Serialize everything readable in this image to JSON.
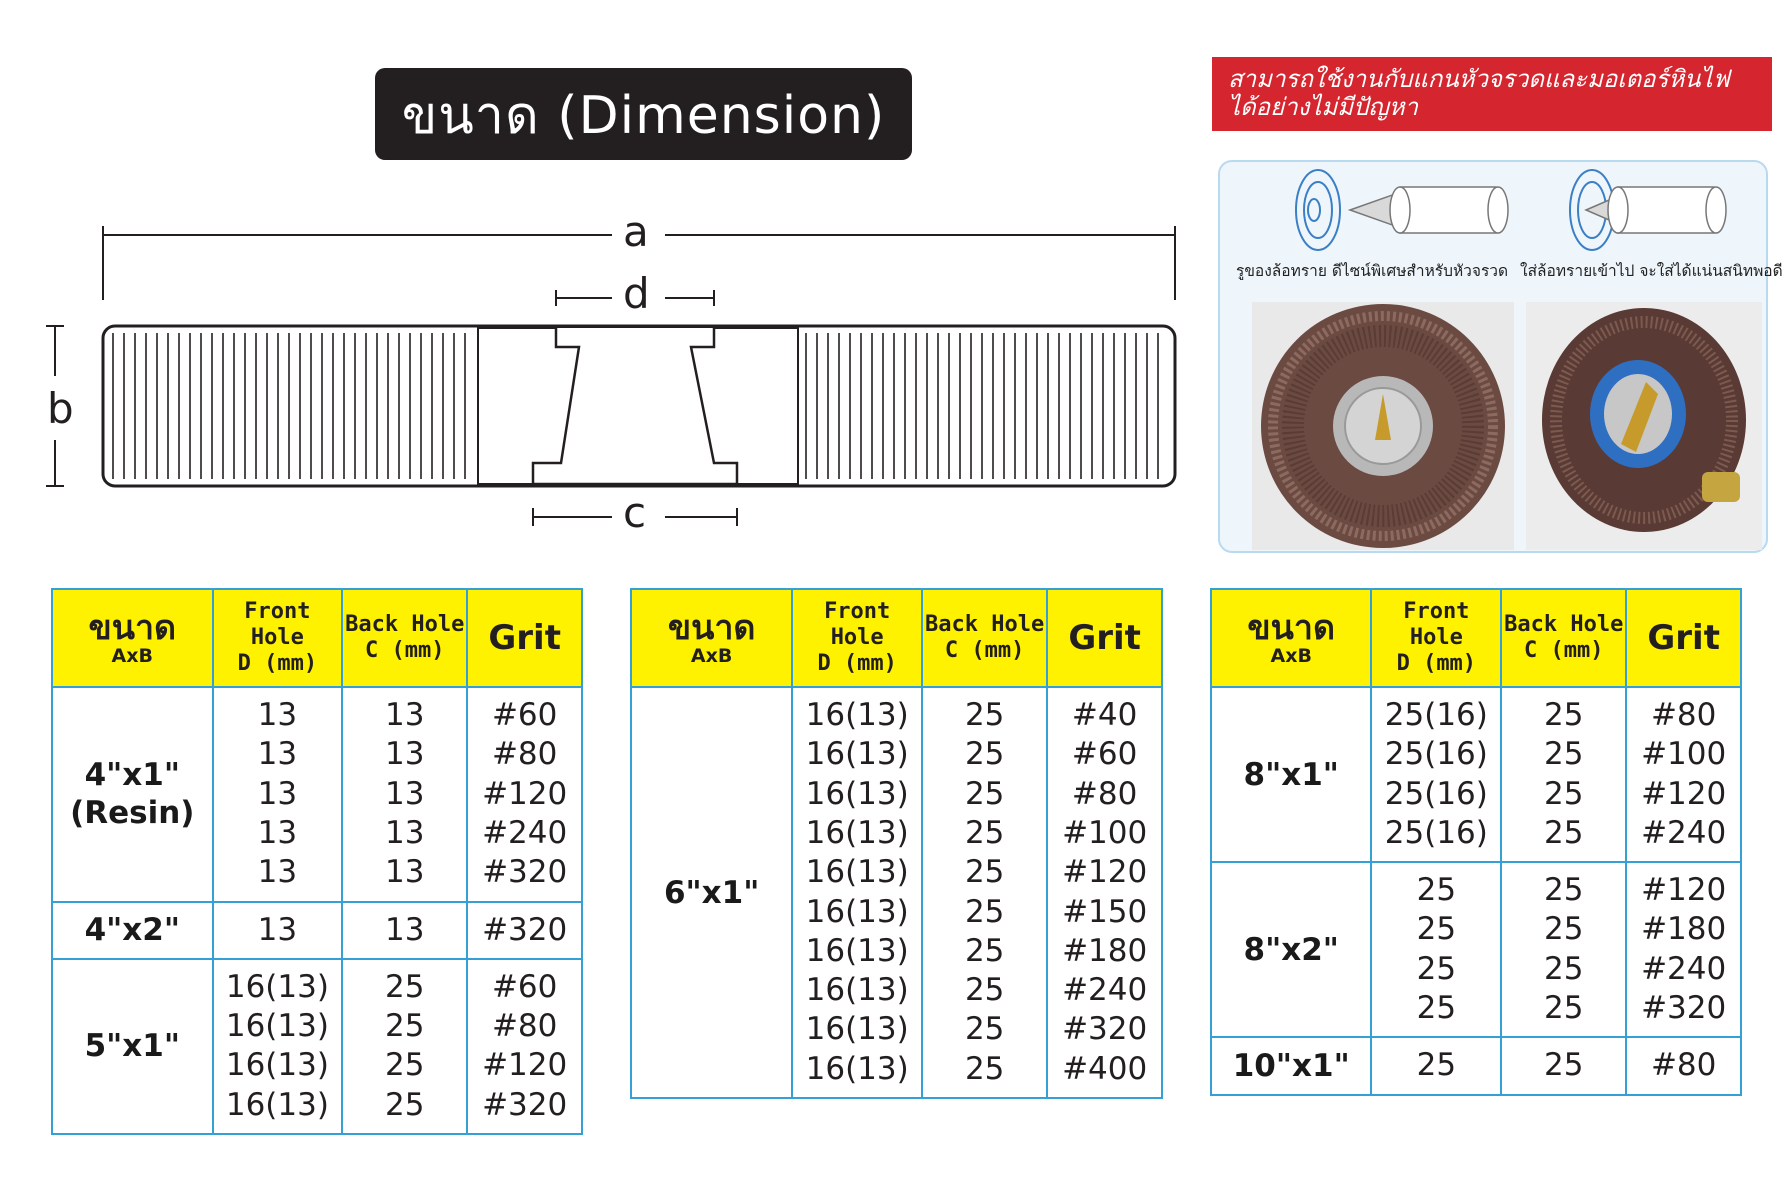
{
  "title": "ขนาด (Dimension)",
  "diagram": {
    "label_a": "a",
    "label_b": "b",
    "label_c": "c",
    "label_d": "d"
  },
  "banner": {
    "line1": "สามารถใช้งานกับแกนหัวจรวดและมอเตอร์หินไฟ",
    "line2": "ได้อย่างไม่มีปัญหา"
  },
  "captions": {
    "left": "รูของล้อทราย ดีไซน์พิเศษสำหรับหัวจรวด",
    "right": "ใส่ล้อทรายเข้าไป จะใส่ได้แน่นสนิทพอดี"
  },
  "table_header": {
    "size_main": "ขนาด",
    "size_sub": "AxB",
    "front_line1": "Front Hole",
    "front_line2": "D (mm)",
    "back_line1": "Back Hole",
    "back_line2": "C (mm)",
    "grit": "Grit"
  },
  "tables": [
    {
      "groups": [
        {
          "size_line1": "4\"x1\"",
          "size_line2": "(Resin)",
          "front": [
            "13",
            "13",
            "13",
            "13",
            "13"
          ],
          "back": [
            "13",
            "13",
            "13",
            "13",
            "13"
          ],
          "grit": [
            "#60",
            "#80",
            "#120",
            "#240",
            "#320"
          ]
        },
        {
          "size_line1": "4\"x2\"",
          "size_line2": "",
          "front": [
            "13"
          ],
          "back": [
            "13"
          ],
          "grit": [
            "#320"
          ]
        },
        {
          "size_line1": "5\"x1\"",
          "size_line2": "",
          "front": [
            "16(13)",
            "16(13)",
            "16(13)",
            "16(13)"
          ],
          "back": [
            "25",
            "25",
            "25",
            "25"
          ],
          "grit": [
            "#60",
            "#80",
            "#120",
            "#320"
          ]
        }
      ]
    },
    {
      "groups": [
        {
          "size_line1": "6\"x1\"",
          "size_line2": "",
          "front": [
            "16(13)",
            "16(13)",
            "16(13)",
            "16(13)",
            "16(13)",
            "16(13)",
            "16(13)",
            "16(13)",
            "16(13)",
            "16(13)"
          ],
          "back": [
            "25",
            "25",
            "25",
            "25",
            "25",
            "25",
            "25",
            "25",
            "25",
            "25"
          ],
          "grit": [
            "#40",
            "#60",
            "#80",
            "#100",
            "#120",
            "#150",
            "#180",
            "#240",
            "#320",
            "#400"
          ]
        }
      ]
    },
    {
      "groups": [
        {
          "size_line1": "8\"x1\"",
          "size_line2": "",
          "front": [
            "25(16)",
            "25(16)",
            "25(16)",
            "25(16)"
          ],
          "back": [
            "25",
            "25",
            "25",
            "25"
          ],
          "grit": [
            "#80",
            "#100",
            "#120",
            "#240"
          ]
        },
        {
          "size_line1": "8\"x2\"",
          "size_line2": "",
          "front": [
            "25",
            "25",
            "25",
            "25"
          ],
          "back": [
            "25",
            "25",
            "25",
            "25"
          ],
          "grit": [
            "#120",
            "#180",
            "#240",
            "#320"
          ]
        },
        {
          "size_line1": "10\"x1\"",
          "size_line2": "",
          "front": [
            "25"
          ],
          "back": [
            "25"
          ],
          "grit": [
            "#80"
          ]
        }
      ]
    }
  ]
}
